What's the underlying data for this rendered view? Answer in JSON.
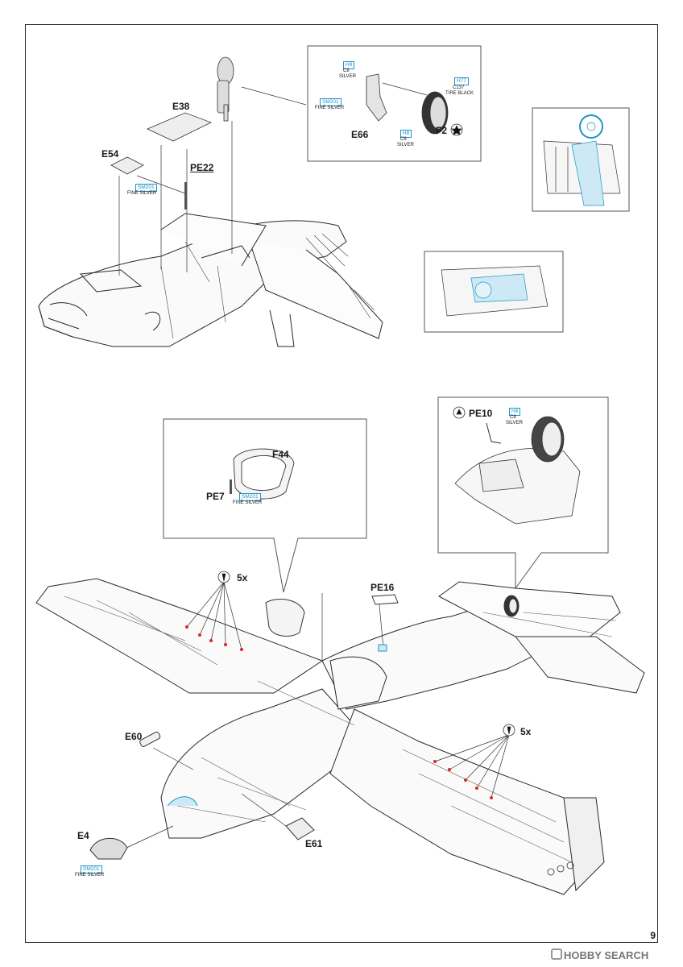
{
  "page": {
    "number": "9",
    "watermark": "HOBBY SEARCH"
  },
  "colors": {
    "line": "#2a2a2a",
    "accent": "#1d95c8",
    "red": "#d8262b"
  },
  "parts": {
    "e38": "E38",
    "e54": "E54",
    "pe22": "PE22",
    "e66": "E66",
    "f2": "F2",
    "f44": "F44",
    "pe7": "PE7",
    "pe10": "PE10",
    "pe16": "PE16",
    "e60": "E60",
    "e61": "E61",
    "e4": "E4"
  },
  "paints": {
    "h8": "H8",
    "c8": "C8",
    "silver": "SILVER",
    "sm201": "SM201",
    "fine_silver": "FINE SILVER",
    "h77": "H77",
    "c137": "C137",
    "tire_black": "TIRE BLACK"
  },
  "counts": {
    "five_x": "5x"
  },
  "icons": {
    "bend": "bend-icon",
    "star": "star-roundel-icon",
    "drill": "drill-hole-icon"
  }
}
